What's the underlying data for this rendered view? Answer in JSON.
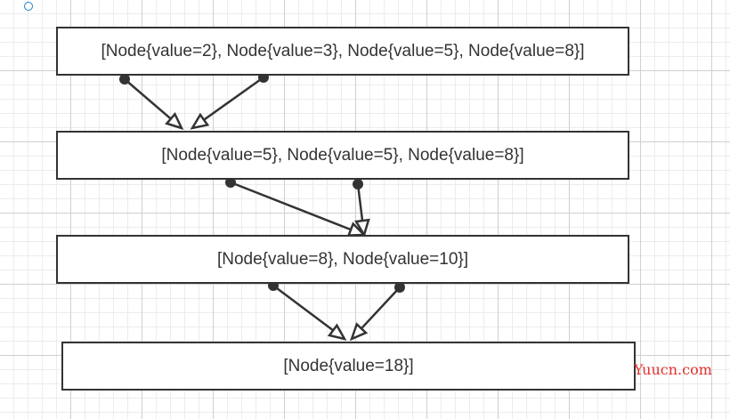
{
  "diagram": {
    "nodes": [
      {
        "label": "[Node{value=2}, Node{value=3}, Node{value=5}, Node{value=8}]"
      },
      {
        "label": "[Node{value=5}, Node{value=5}, Node{value=8}]"
      },
      {
        "label": "[Node{value=8}, Node{value=10}]"
      },
      {
        "label": "[Node{value=18}]"
      }
    ],
    "edges": [
      {
        "from": 0,
        "to": 1
      },
      {
        "from": 0,
        "to": 1
      },
      {
        "from": 1,
        "to": 2
      },
      {
        "from": 1,
        "to": 2
      },
      {
        "from": 2,
        "to": 3
      },
      {
        "from": 2,
        "to": 3
      }
    ],
    "colors": {
      "stroke": "#333333",
      "handle": "#1a7fd0",
      "watermark": "#e0302b"
    }
  },
  "watermark": {
    "text": "Yuucn.com"
  }
}
